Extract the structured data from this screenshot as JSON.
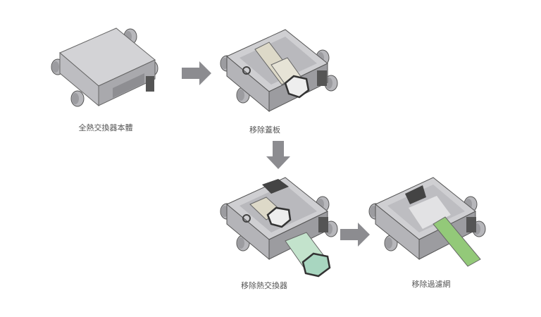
{
  "steps": [
    {
      "label": "全熱交換器本體"
    },
    {
      "label": "移除蓋板"
    },
    {
      "label": "移除熱交換器"
    },
    {
      "label": "移除過濾網"
    }
  ],
  "colors": {
    "body": "#c9c9cc",
    "body_dark": "#8e8e92",
    "arrow": "#8c8c90",
    "exchanger": "#dcd9cc",
    "exchanger_green": "#bfe0c8",
    "filter_green": "#93c979"
  }
}
